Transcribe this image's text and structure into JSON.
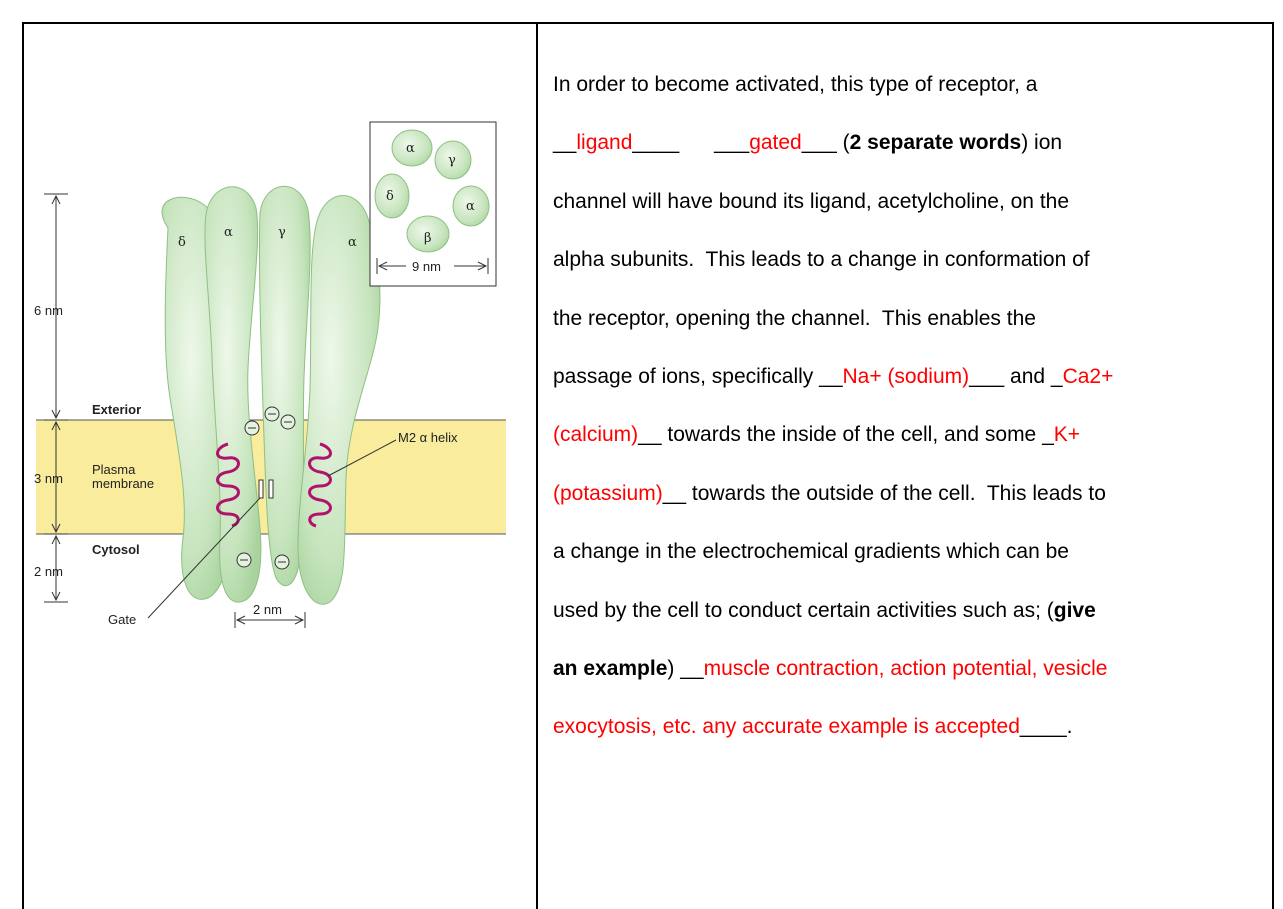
{
  "figure": {
    "labels": {
      "six_nm": "6 nm",
      "three_nm": "3 nm",
      "two_nm_left": "2 nm",
      "exterior": "Exterior",
      "plasma": "Plasma",
      "membrane": "membrane",
      "cytosol": "Cytosol",
      "gate": "Gate",
      "two_nm_bottom": "2 nm",
      "m2_helix": "M2 α helix",
      "nine_nm": "9 nm"
    },
    "subunits_side": [
      "δ",
      "α",
      "γ",
      "α"
    ],
    "subunits_inset": [
      "α",
      "γ",
      "δ",
      "α",
      "β"
    ],
    "colors": {
      "membrane": "#f9ec9d",
      "subunit": "#c9e6c0",
      "helix": "#b0126c"
    }
  },
  "text": {
    "l1": "In order to become activated, this type of receptor, a",
    "l2_a": "__",
    "l2_ans1": "ligand",
    "l2_b": "____      ___",
    "l2_ans2": "gated",
    "l2_c": "___ (",
    "l2_bold": "2 separate words",
    "l2_d": ") ion",
    "l3": "channel will have bound its ligand, acetylcholine, on the",
    "l4": "alpha subunits.  This leads to a change in conformation of",
    "l5": "the receptor, opening the channel.  This enables the",
    "l6_a": "passage of ions, specifically __",
    "l6_ans1": "Na+ (sodium)",
    "l6_b": "___ and _",
    "l6_ans2": "Ca2+",
    "l7_ans": "(calcium)",
    "l7_b": "__ towards the inside of the cell, and some _",
    "l7_ans2": "K+",
    "l8_ans": "(potassium)",
    "l8_b": "__ towards the outside of the cell.  This leads to",
    "l9": "a change in the electrochemical gradients which can be",
    "l10_a": "used by the cell to conduct certain activities such as; (",
    "l10_bold": "give",
    "l11_bold": "an example",
    "l11_b": ") __",
    "l11_ans": "muscle contraction, action potential, vesicle",
    "l12_ans": "exocytosis, etc. any accurate example is accepted",
    "l12_b": "____."
  }
}
